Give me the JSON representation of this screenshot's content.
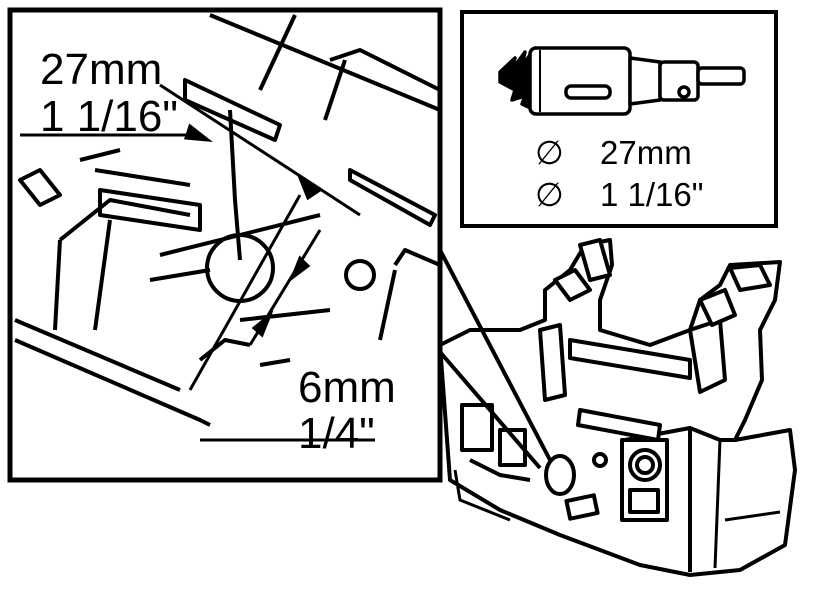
{
  "detail_view": {
    "hole_diameter_metric": "27mm",
    "hole_diameter_imperial": "1 1/16\"",
    "edge_offset_metric": "6mm",
    "edge_offset_imperial": "1/4\""
  },
  "tool_box": {
    "tool_icon": "hole-saw-icon",
    "diameter_symbol": "∅",
    "diameter_metric": "27mm",
    "diameter_imperial": "1 1/16\""
  },
  "colors": {
    "ink": "#000000",
    "paper": "#ffffff"
  }
}
